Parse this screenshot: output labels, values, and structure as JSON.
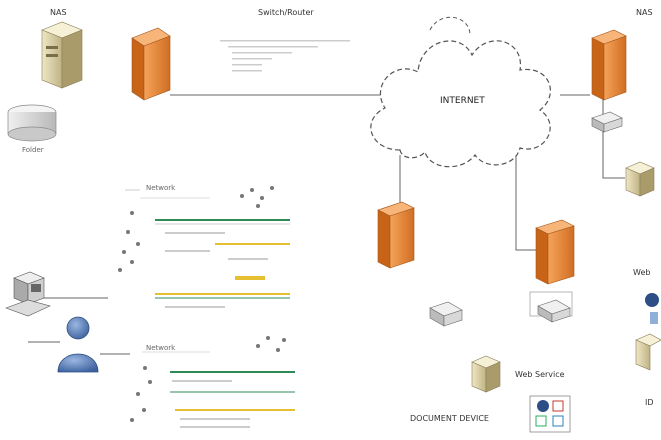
{
  "labels": {
    "nas_top": "NAS",
    "top_center": "Switch/Router",
    "top_right": "NAS",
    "internet": "INTERNET",
    "under_db": "Folder",
    "web_right": "Web",
    "web_service": "Web Service",
    "bottom_text": "DOCUMENT DEVICE",
    "bottom_right": "ID",
    "panel_top": "Network",
    "panel_bottom": "Network"
  },
  "colors": {
    "firewall": "#e8873a",
    "firewall_dark": "#b85e1c",
    "server": "#d9cfa8",
    "person": "#5b7fb8",
    "wire": "#555555",
    "panel_green": "#2e8b57",
    "panel_yellow": "#e6c030"
  },
  "icons": [
    "nas-server-icon",
    "database-icon",
    "firewall-icon",
    "cloud-icon",
    "router-icon",
    "server-icon",
    "computer-icon",
    "user-icon",
    "web-service-icon"
  ]
}
